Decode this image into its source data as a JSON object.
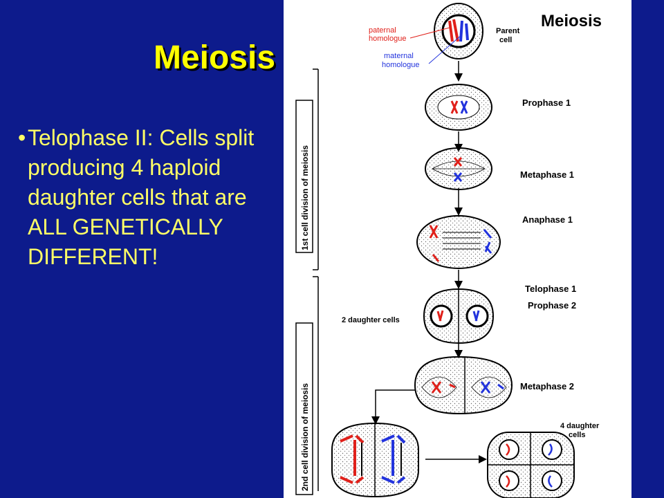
{
  "slide": {
    "title": "Meiosis",
    "bullets": [
      {
        "symbol": "•",
        "text": "Telophase II:  Cells split producing 4 haploid daughter cells that are ALL GENETICALLY DIFFERENT!"
      }
    ]
  },
  "figure": {
    "title": "Meiosis",
    "labels": {
      "parent_cell": [
        "Parent",
        "cell"
      ],
      "paternal": [
        "paternal",
        "homologue"
      ],
      "maternal": [
        "maternal",
        "homologue"
      ],
      "prophase1": "Prophase 1",
      "metaphase1": "Metaphase 1",
      "anaphase1": "Anaphase 1",
      "telophase1": "Telophase 1",
      "prophase2": "Prophase 2",
      "two_daughter": "2 daughter cells",
      "metaphase2": "Metaphase 2",
      "four_daughter": [
        "4 daughter",
        "cells"
      ],
      "first_division": "1st cell division of meiosis",
      "second_division": "2nd cell division of meiosis"
    },
    "colors": {
      "paternal": "#e0201a",
      "maternal": "#2233dd",
      "annotation": "#e0201a",
      "annotation_maternal": "#2233dd"
    }
  }
}
